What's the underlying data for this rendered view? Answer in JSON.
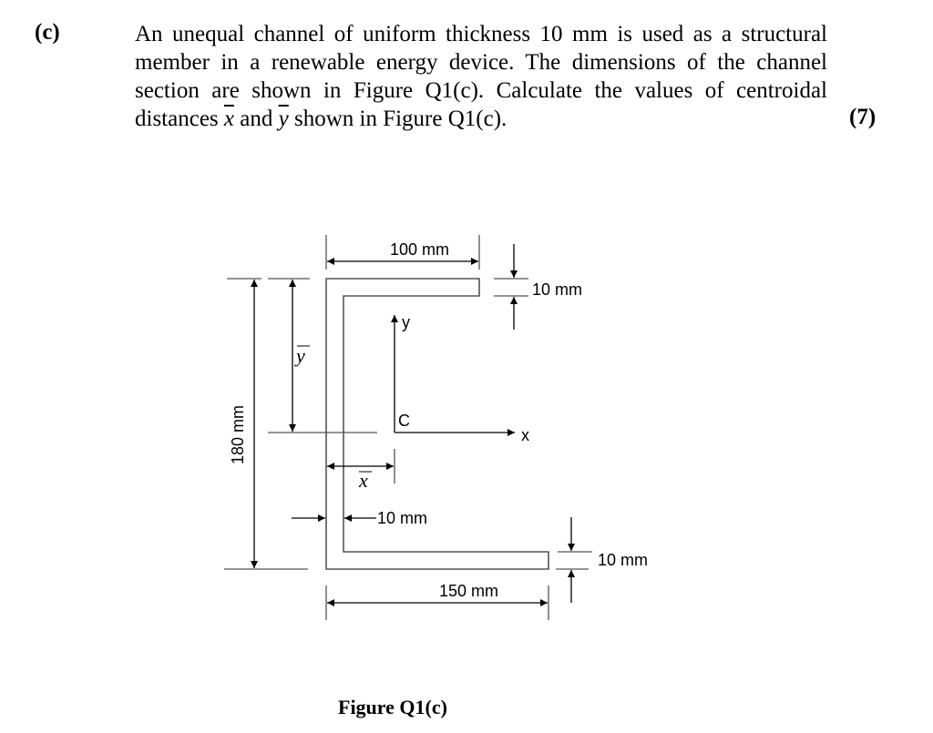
{
  "question": {
    "label": "(c)",
    "lines": [
      "An unequal channel of uniform thickness 10 mm is used as a structural",
      "member in a renewable energy device. The dimensions of the channel",
      "section are shown in Figure Q1(c). Calculate the values of centroidal"
    ],
    "last_line_prefix": "distances",
    "symbol_x": "x",
    "conj": "and",
    "symbol_y": "y",
    "last_line_suffix": "shown in Figure Q1(c).",
    "marks": "(7)"
  },
  "figure": {
    "caption": "Figure Q1(c)",
    "dimensions": {
      "top_flange_width": "100 mm",
      "top_flange_thickness": "10 mm",
      "overall_height": "180 mm",
      "web_thickness": "10 mm",
      "bottom_flange_width": "150 mm",
      "bottom_flange_thickness": "10 mm"
    },
    "labels": {
      "centroid": "C",
      "x_axis": "x",
      "y_axis": "y",
      "x_bar": "x",
      "y_bar": "y"
    },
    "colors": {
      "stroke": "#555555",
      "arrow": "#000000"
    }
  }
}
